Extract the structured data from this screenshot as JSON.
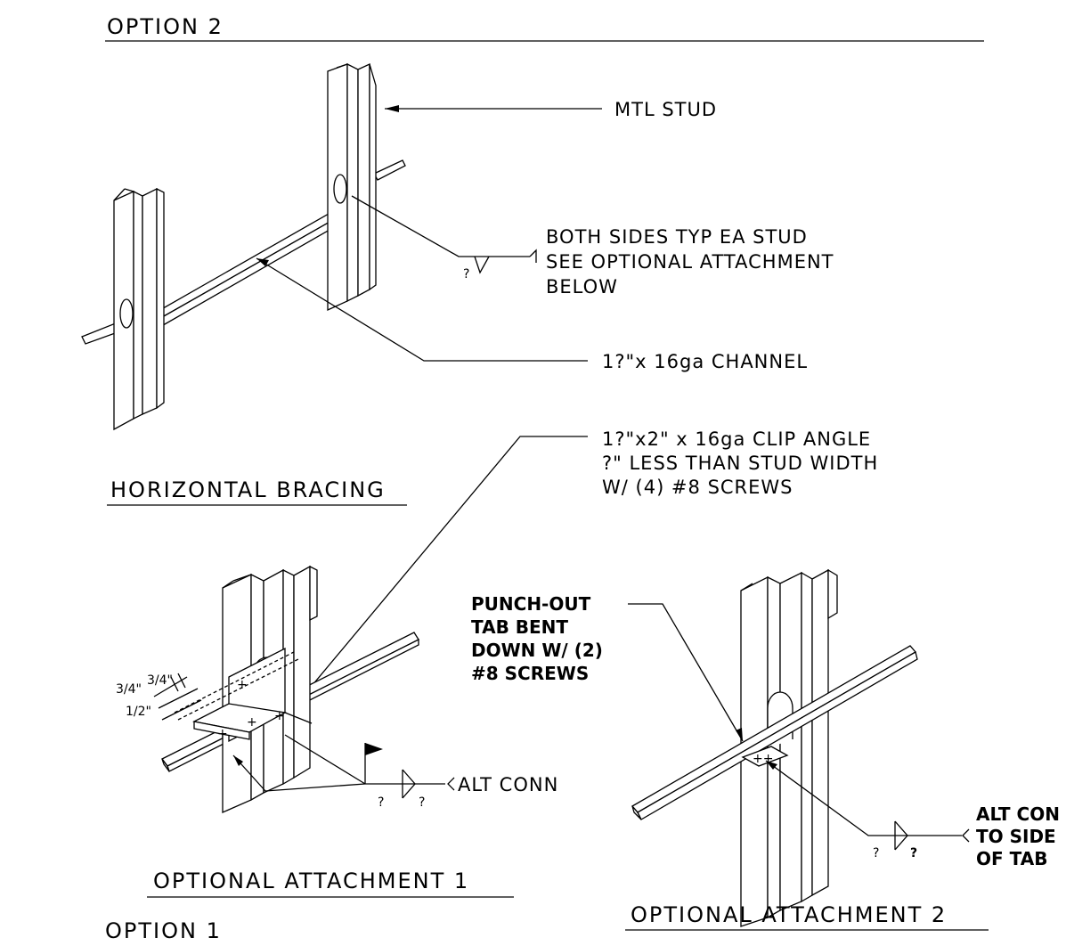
{
  "headers": {
    "option2": "OPTION 2",
    "option1": "OPTION 1"
  },
  "titles": {
    "horizontal_bracing": "HORIZONTAL BRACING",
    "optional_attachment_1": "OPTIONAL ATTACHMENT 1",
    "optional_attachment_2": "OPTIONAL ATTACHMENT 2"
  },
  "callouts": {
    "mtl_stud": "MTL STUD",
    "both_sides": [
      "BOTH SIDES TYP EA STUD",
      "SEE OPTIONAL ATTACHMENT",
      "BELOW"
    ],
    "channel": "1?\"x 16ga CHANNEL",
    "clip_angle": [
      "1?\"x2\" x 16ga CLIP ANGLE",
      "?\" LESS THAN STUD WIDTH",
      "W/ (4) #8 SCREWS"
    ],
    "punch_out": [
      "PUNCH-OUT",
      "TAB BENT",
      "DOWN W/ (2)",
      "#8 SCREWS"
    ],
    "alt_conn_1": "ALT CONN",
    "alt_conn_2": [
      "ALT CON",
      "TO SIDE",
      "OF TAB"
    ]
  },
  "weld_symbols": {
    "top_q": "?",
    "att1_left_q": "?",
    "att1_right_q": "?",
    "att2_left_q": "?",
    "att2_right_q": "?"
  },
  "dimensions": {
    "d1": "3/4\"",
    "d2": "3/4\"",
    "d3": "1/2\""
  }
}
